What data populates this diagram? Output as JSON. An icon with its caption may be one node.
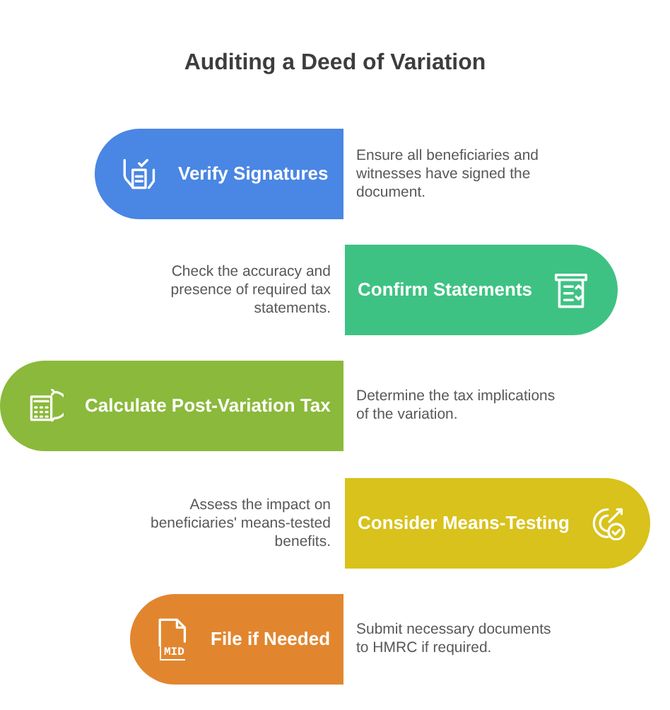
{
  "diagram": {
    "title": "Auditing a Deed of Variation",
    "nodes": [
      {
        "text": [
          "Verify Signatures"
        ],
        "beside": [
          "Ensure all beneficiaries and witnesses have signed the document."
        ]
      },
      {
        "text": [
          "Confirm Statements"
        ],
        "beside": [
          "Check the accuracy and presence of required tax statements."
        ]
      },
      {
        "text": [
          "Calculate Post-Variation Tax"
        ],
        "beside": [
          "Determine the tax implications of the variation."
        ]
      },
      {
        "text": [
          "Consider Means-Testing"
        ],
        "beside": [
          "Assess the impact on beneficiaries' means-tested benefits."
        ]
      },
      {
        "text": [
          "File if Needed"
        ],
        "beside": [
          "Submit necessary documents to HMRC if required."
        ]
      }
    ],
    "labels": [
      "MID"
    ]
  }
}
